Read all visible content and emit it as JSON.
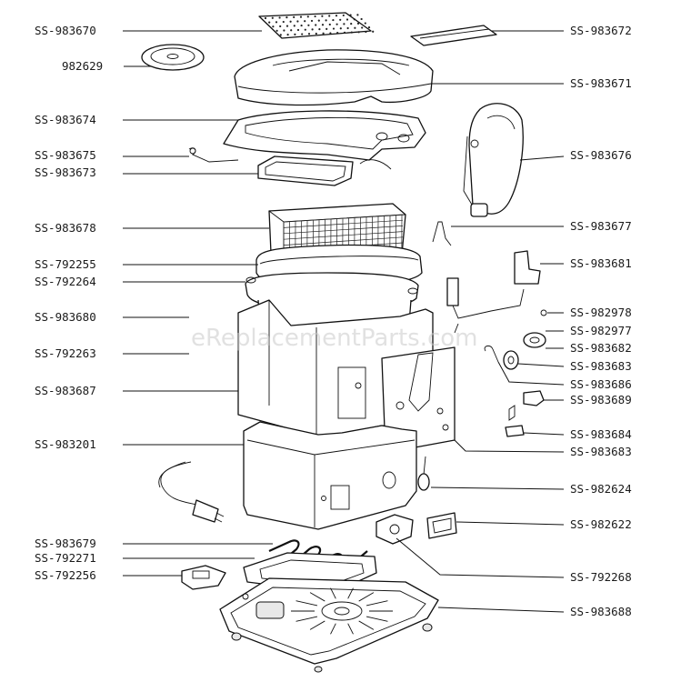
{
  "watermark": "eReplacementParts.com",
  "labels_left": [
    {
      "id": "l1",
      "text": "SS-983670"
    },
    {
      "id": "l2",
      "text": "982629"
    },
    {
      "id": "l3",
      "text": "SS-983674"
    },
    {
      "id": "l4",
      "text": "SS-983675"
    },
    {
      "id": "l5",
      "text": "SS-983673"
    },
    {
      "id": "l6",
      "text": "SS-983678"
    },
    {
      "id": "l7",
      "text": "SS-792255"
    },
    {
      "id": "l8",
      "text": "SS-792264"
    },
    {
      "id": "l9",
      "text": "SS-983680"
    },
    {
      "id": "l10",
      "text": "SS-792263"
    },
    {
      "id": "l11",
      "text": "SS-983687"
    },
    {
      "id": "l12",
      "text": "SS-983201"
    },
    {
      "id": "l13",
      "text": "SS-983679"
    },
    {
      "id": "l14",
      "text": "SS-792271"
    },
    {
      "id": "l15",
      "text": "SS-792256"
    }
  ],
  "labels_right": [
    {
      "id": "r1",
      "text": "SS-983672"
    },
    {
      "id": "r2",
      "text": "SS-983671"
    },
    {
      "id": "r3",
      "text": "SS-983676"
    },
    {
      "id": "r4",
      "text": "SS-983677"
    },
    {
      "id": "r5",
      "text": "SS-983681"
    },
    {
      "id": "r6",
      "text": "SS-982978"
    },
    {
      "id": "r7",
      "text": "SS-982977"
    },
    {
      "id": "r8",
      "text": "SS-983682"
    },
    {
      "id": "r9",
      "text": "SS-983683"
    },
    {
      "id": "r10",
      "text": "SS-983686"
    },
    {
      "id": "r11",
      "text": "SS-983689"
    },
    {
      "id": "r12",
      "text": "SS-983684"
    },
    {
      "id": "r13",
      "text": "SS-983683"
    },
    {
      "id": "r14",
      "text": "SS-982624"
    },
    {
      "id": "r15",
      "text": "SS-982622"
    },
    {
      "id": "r16",
      "text": "SS-792268"
    },
    {
      "id": "r17",
      "text": "SS-983688"
    }
  ]
}
